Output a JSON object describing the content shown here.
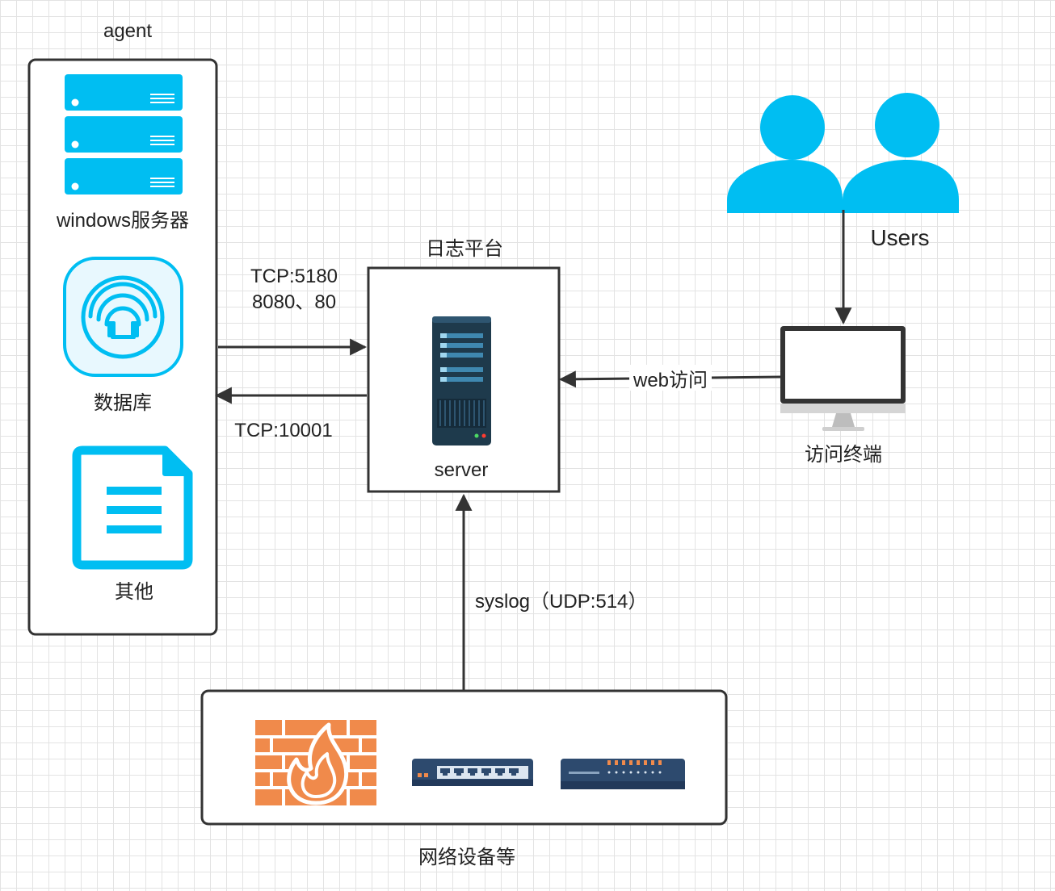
{
  "labels": {
    "agent": "agent",
    "windows_server": "windows服务器",
    "database": "数据库",
    "other": "其他",
    "log_platform": "日志平台",
    "server": "server",
    "users": "Users",
    "access_terminal": "访问终端",
    "network_devices": "网络设备等"
  },
  "edges": {
    "agent_to_server_line1": "TCP:5180",
    "agent_to_server_line2": "8080、80",
    "server_to_agent": "TCP:10001",
    "terminal_to_server": "web访问",
    "network_to_server": "syslog（UDP:514）"
  },
  "icons": {
    "windows_server": "server-rack-icon",
    "database": "database-headset-icon",
    "other": "document-icon",
    "server": "server-tower-icon",
    "users": "users-icon",
    "terminal": "monitor-icon",
    "firewall": "firewall-icon",
    "switch": "network-switch-icon",
    "router": "router-icon"
  },
  "colors": {
    "accent": "#00BEF2",
    "border": "#333333",
    "firewall": "#F08A4B",
    "server_dark": "#1E3A4C",
    "router": "#2D4A6E"
  }
}
